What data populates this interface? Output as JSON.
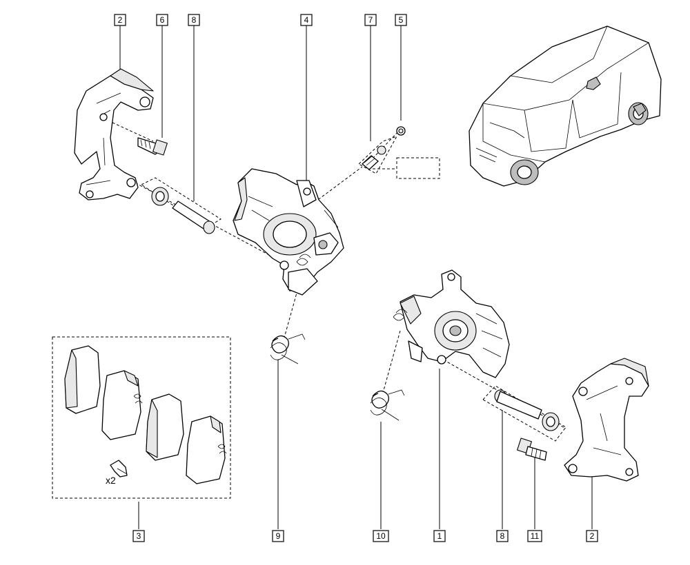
{
  "callouts": [
    {
      "id": "c-top-2",
      "label": "2"
    },
    {
      "id": "c-top-6",
      "label": "6"
    },
    {
      "id": "c-top-8",
      "label": "8"
    },
    {
      "id": "c-top-4",
      "label": "4"
    },
    {
      "id": "c-top-7",
      "label": "7"
    },
    {
      "id": "c-top-5",
      "label": "5"
    },
    {
      "id": "c-bot-3",
      "label": "3"
    },
    {
      "id": "c-bot-9",
      "label": "9"
    },
    {
      "id": "c-bot-10",
      "label": "10"
    },
    {
      "id": "c-bot-1",
      "label": "1"
    },
    {
      "id": "c-bot-8",
      "label": "8"
    },
    {
      "id": "c-bot-11",
      "label": "11"
    },
    {
      "id": "c-bot-2",
      "label": "2"
    }
  ],
  "pad_kit": {
    "quantity_label": "x2"
  }
}
